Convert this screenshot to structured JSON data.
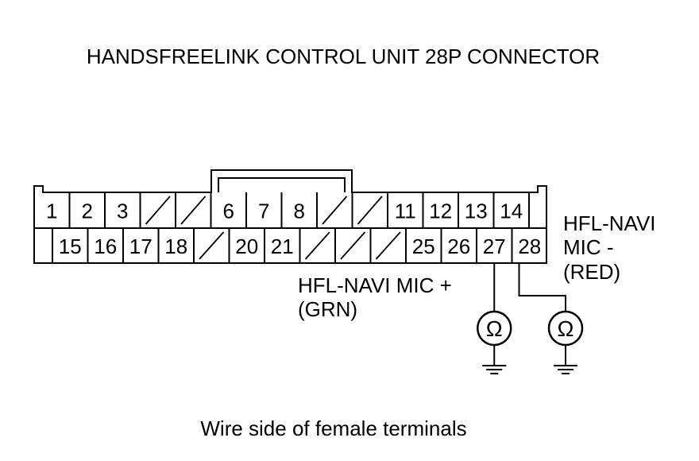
{
  "title": "HANDSFREELINK CONTROL UNIT 28P CONNECTOR",
  "caption": "Wire side of female terminals",
  "connector": {
    "top_row": [
      "1",
      "2",
      "3",
      "",
      "",
      "6",
      "7",
      "8",
      "",
      "",
      "11",
      "12",
      "13",
      "14"
    ],
    "bottom_row": [
      "15",
      "16",
      "17",
      "18",
      "",
      "20",
      "21",
      "",
      "",
      "",
      "25",
      "26",
      "27",
      "28"
    ]
  },
  "probes": [
    {
      "terminal": "27",
      "label_lines": [
        "HFL-NAVI MIC +",
        "(GRN)"
      ],
      "meter_symbol": "Ω"
    },
    {
      "terminal": "28",
      "label_lines": [
        "HFL-NAVI",
        "MIC -",
        "(RED)"
      ],
      "meter_symbol": "Ω"
    }
  ]
}
